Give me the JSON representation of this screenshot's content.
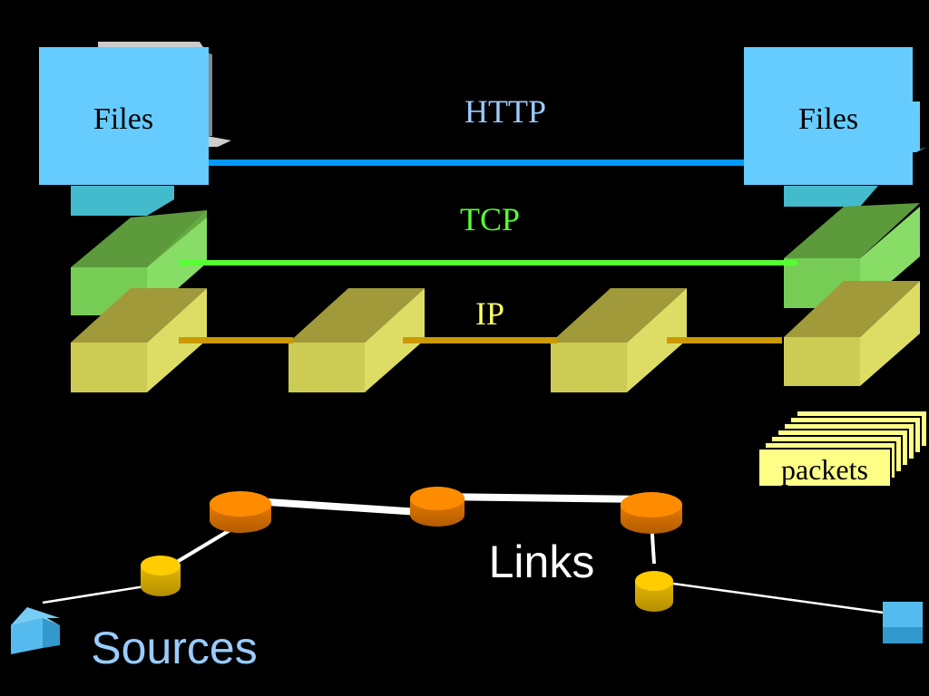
{
  "labels": {
    "files_left": "Files",
    "files_right": "Files",
    "http": "HTTP",
    "tcp": "TCP",
    "ip": "IP",
    "packets": "packets",
    "links": "Links",
    "sources": "Sources"
  },
  "colors": {
    "background": "#000000",
    "files_box": "#66ccff",
    "http_line": "#0099ff",
    "http_text": "#99ccff",
    "tcp_layer": "#77cc55",
    "tcp_line": "#55ff33",
    "tcp_text": "#55ff33",
    "ip_layer": "#cccc55",
    "ip_line": "#cc9900",
    "ip_text": "#ffff66",
    "packet_card": "#ffff88",
    "router_large": "#ff8800",
    "router_small": "#ffcc00",
    "sources_text": "#99ccff",
    "links_text": "#ffffff",
    "host_cube": "#55bbee"
  },
  "icons": {
    "computer": "computer-icon",
    "router": "router-icon",
    "host": "host-cube-icon"
  }
}
